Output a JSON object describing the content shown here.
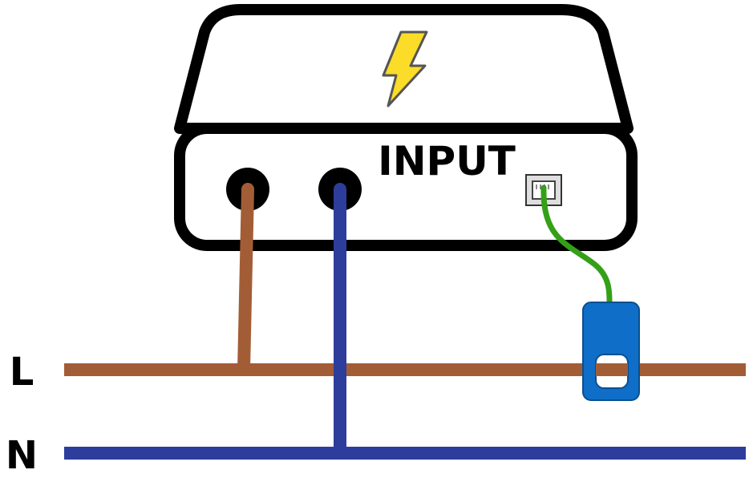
{
  "device": {
    "label": "INPUT",
    "body_color": "#ffffff",
    "outline_color": "#000000",
    "icon": "lightning-bolt-icon",
    "icon_color": "#fbdc28",
    "port_icon": "rj-port-icon"
  },
  "lines": {
    "live": {
      "label": "L",
      "color": "#a35d36"
    },
    "neutral": {
      "label": "N",
      "color": "#2d3d9b"
    }
  },
  "sensor": {
    "icon": "current-clamp-icon",
    "clamp_color": "#0f6ec7",
    "cable_color": "#34a017"
  }
}
